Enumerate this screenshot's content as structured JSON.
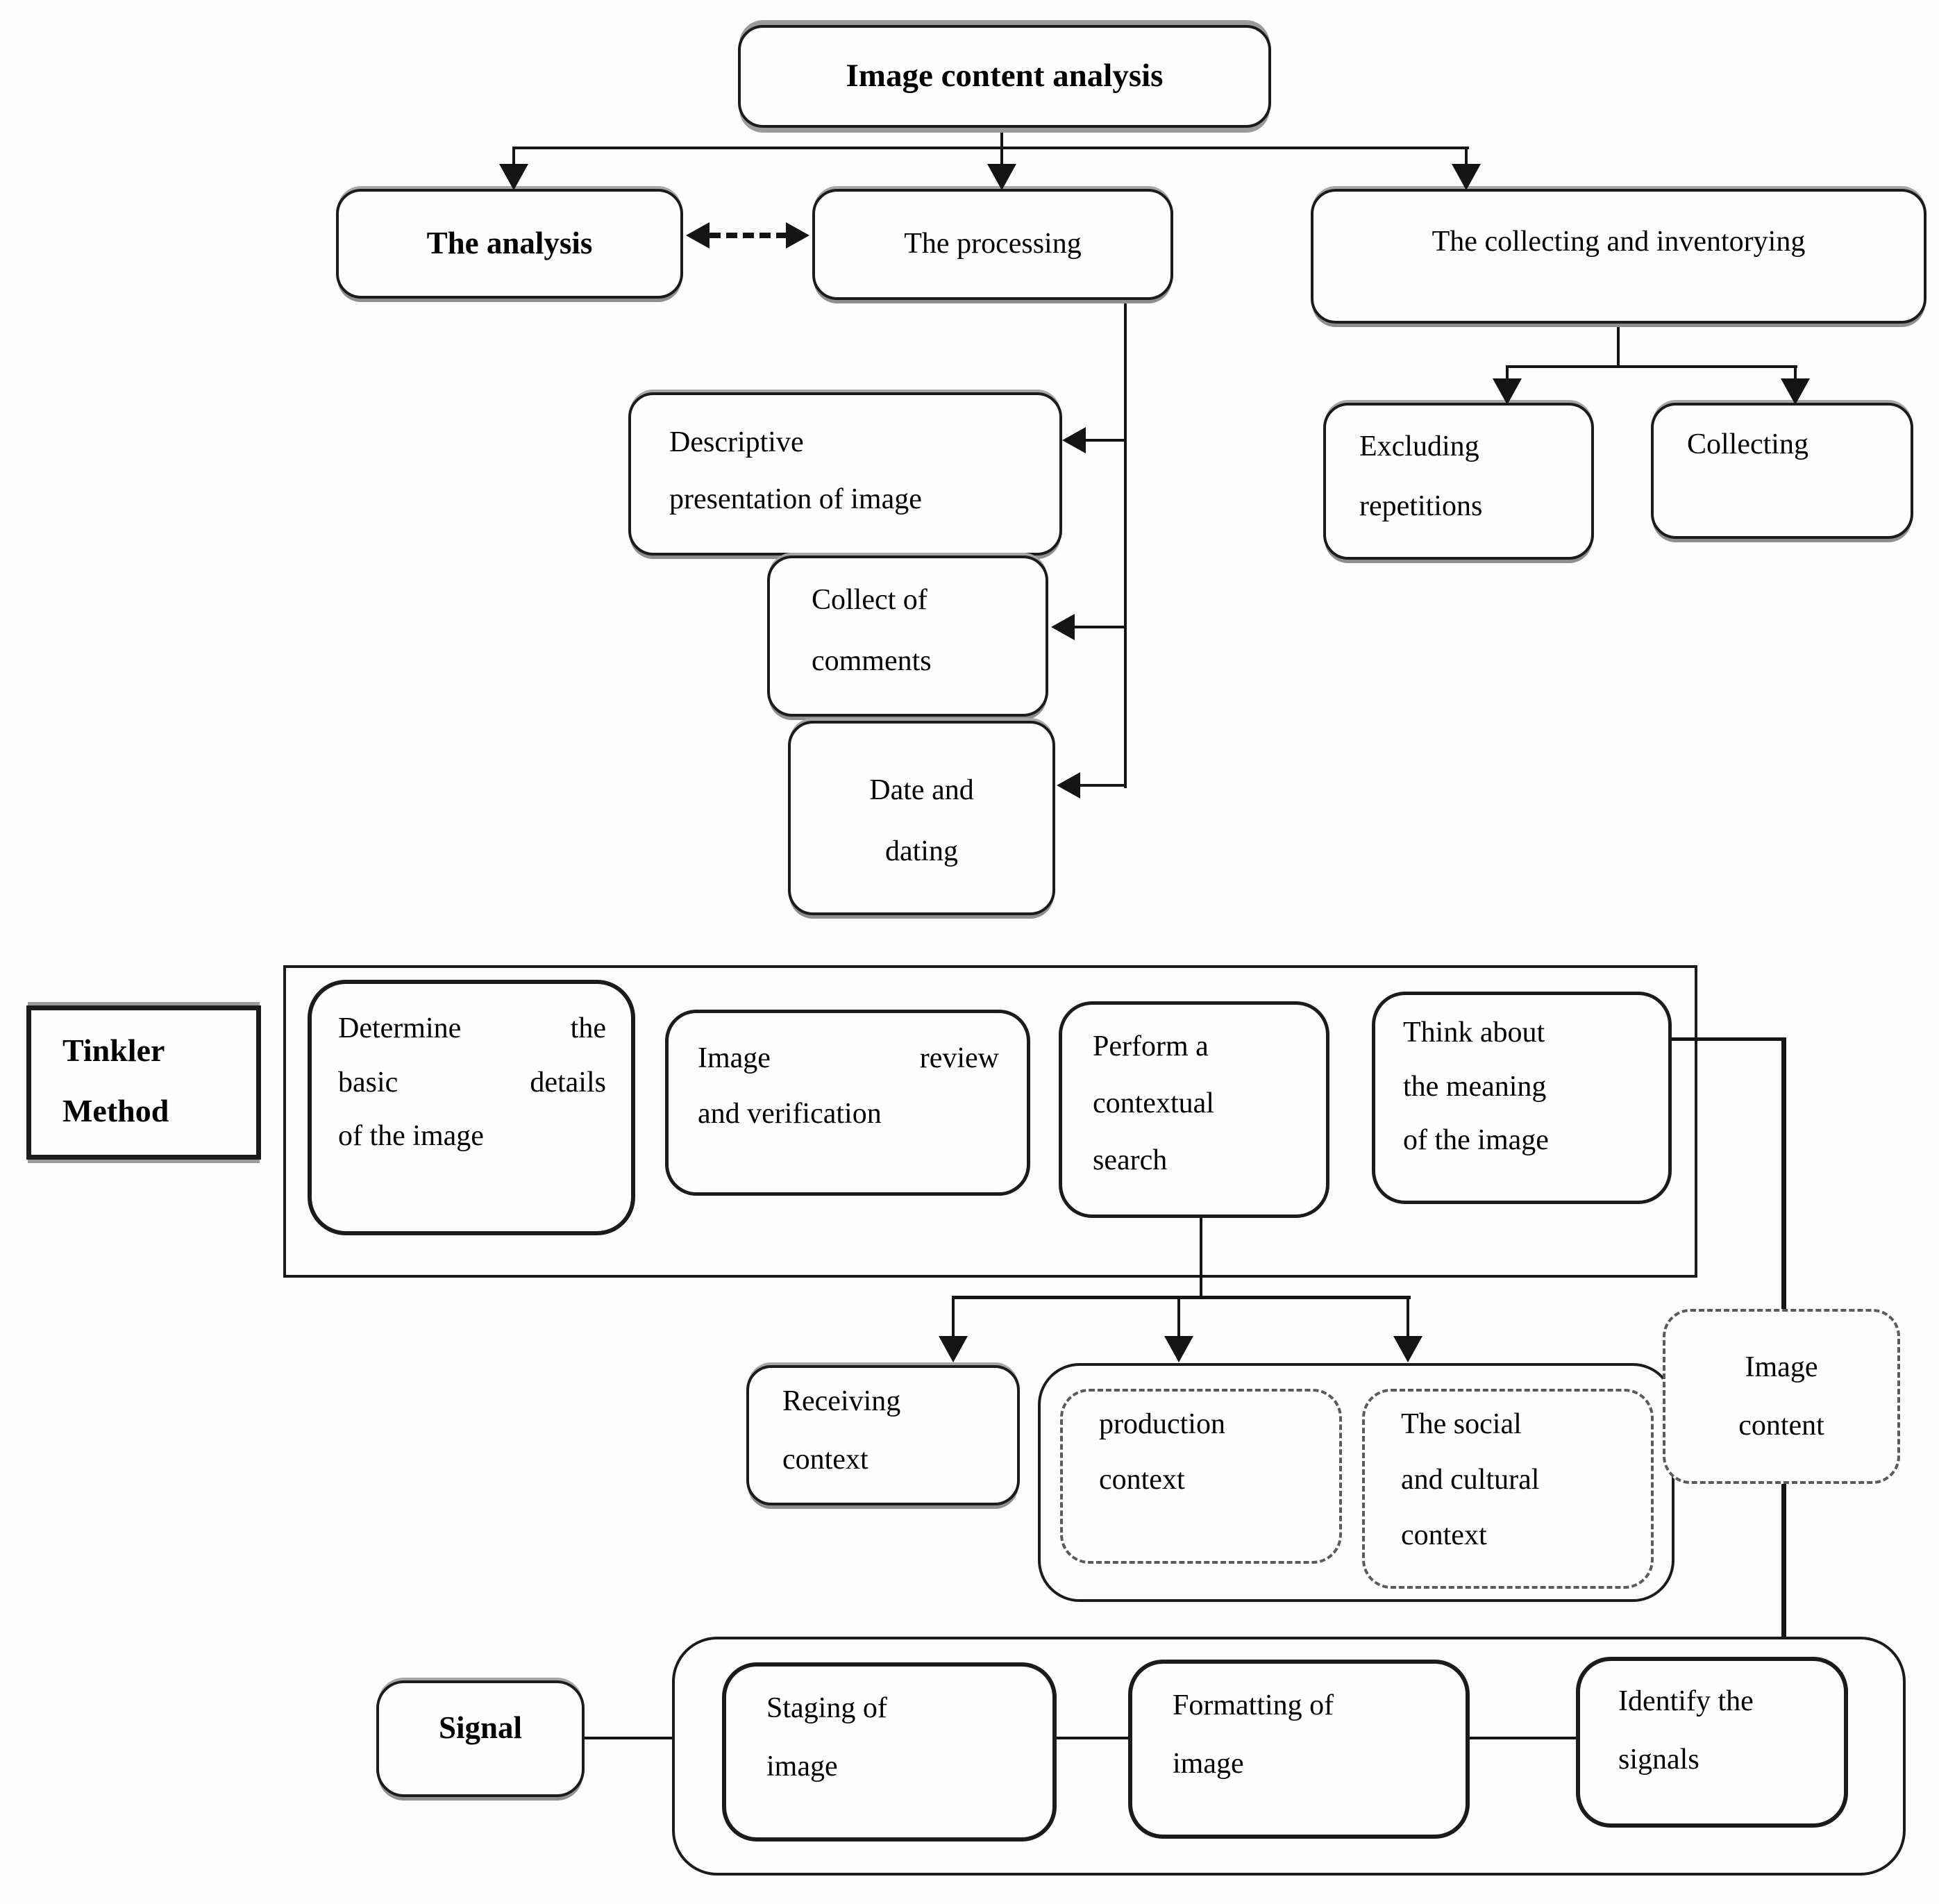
{
  "colors": {
    "ink": "#141414",
    "box_border": "#1b1b1b",
    "box_fill": "#fefefe",
    "background": "#fcfcfc",
    "shadow_gray": "#a6a6a6"
  },
  "nodes": {
    "root": {
      "label": "Image content analysis"
    },
    "analysis": {
      "label": "The analysis"
    },
    "processing": {
      "label": "The processing"
    },
    "collecting_inventorying": {
      "label": "The collecting and inventorying"
    },
    "descriptive_presentation": {
      "line1": "Descriptive",
      "line2": "presentation of image"
    },
    "collect_of_comments": {
      "line1": "Collect of",
      "line2": "comments"
    },
    "date_and_dating": {
      "line1": "Date and",
      "line2": "dating"
    },
    "excluding_repetitions": {
      "line1": "Excluding",
      "line2": "repetitions"
    },
    "collecting": {
      "label": "Collecting"
    },
    "tinkler_method": {
      "line1": "Tinkler",
      "line2": "Method"
    },
    "determine_basic_details": {
      "line1": "Determine the",
      "line2": "basic details",
      "line3": "of the image"
    },
    "image_review": {
      "line1": "Image review",
      "line2": "and verification"
    },
    "perform_contextual_search": {
      "line1": "Perform a",
      "line2": "contextual",
      "line3": "search"
    },
    "think_about_meaning": {
      "line1": "Think about",
      "line2": "the meaning",
      "line3": "of the image"
    },
    "receiving_context": {
      "line1": "Receiving",
      "line2": "context"
    },
    "production_context": {
      "line1": "production",
      "line2": "context"
    },
    "social_cultural_context": {
      "line1": "The social",
      "line2": "and cultural",
      "line3": "context"
    },
    "image_content": {
      "line1": "Image",
      "line2": "content"
    },
    "signal": {
      "label": "Signal"
    },
    "staging_of_image": {
      "line1": "Staging of",
      "line2": "image"
    },
    "formatting_of_image": {
      "line1": "Formatting of",
      "line2": "image"
    },
    "identify_signals": {
      "line1": "Identify the",
      "line2": "signals"
    }
  }
}
